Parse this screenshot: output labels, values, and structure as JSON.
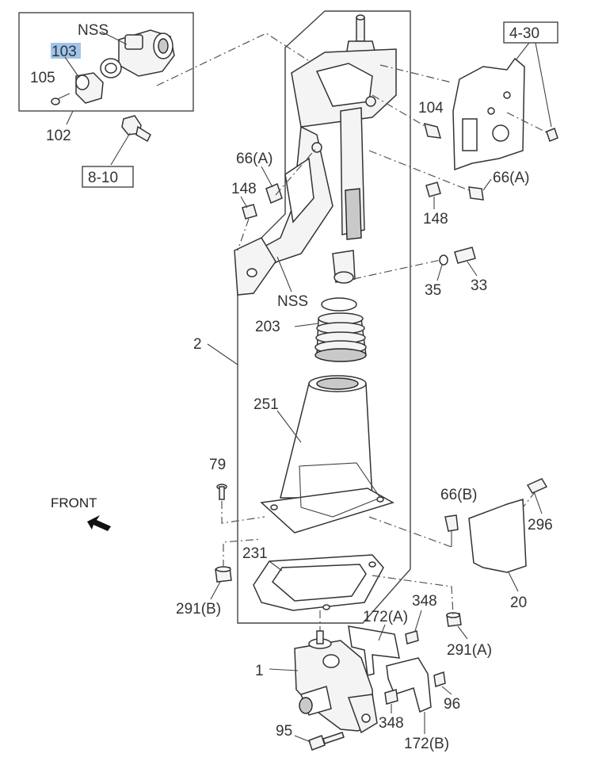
{
  "labels": {
    "nss_top": "NSS",
    "p103": "103",
    "p105": "105",
    "p102": "102",
    "ref_8_10": "8-10",
    "ref_4_30": "4-30",
    "p104": "104",
    "p66a_top": "66(A)",
    "p66a_right": "66(A)",
    "p148_left": "148",
    "p148_right": "148",
    "nss_mid": "NSS",
    "p35": "35",
    "p33": "33",
    "p203": "203",
    "p2": "2",
    "p251": "251",
    "p79": "79",
    "front": "FRONT",
    "p66b": "66(B)",
    "p296": "296",
    "p20": "20",
    "p231": "231",
    "p291b": "291(B)",
    "p172a": "172(A)",
    "p348_top": "348",
    "p291a": "291(A)",
    "p1": "1",
    "p96": "96",
    "p348_bottom": "348",
    "p95": "95",
    "p172b": "172(B)"
  },
  "colors": {
    "highlight": "#9fc4ec",
    "line": "#333333"
  }
}
